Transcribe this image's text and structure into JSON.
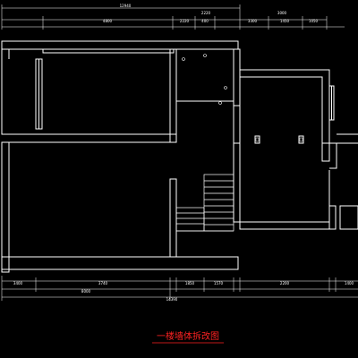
{
  "drawing": {
    "title": "一楼墙体拆改图",
    "background": "#000000",
    "wall_color": "#ffffff",
    "dim_color": "#ffffff",
    "title_color": "#ff2222",
    "fixture_color": "#ffffff"
  },
  "dimensions": {
    "top_overall": "12940",
    "top_segments": [
      "4800",
      "2220",
      "400",
      "3300",
      "1450",
      "1050"
    ],
    "top_groups": [
      "2220",
      "3000"
    ],
    "bottom_segments": [
      "3400",
      "3740",
      "1850",
      "1570",
      "2200",
      "1400"
    ],
    "bottom_groups": [
      "8000"
    ],
    "bottom_overall": "14390"
  }
}
